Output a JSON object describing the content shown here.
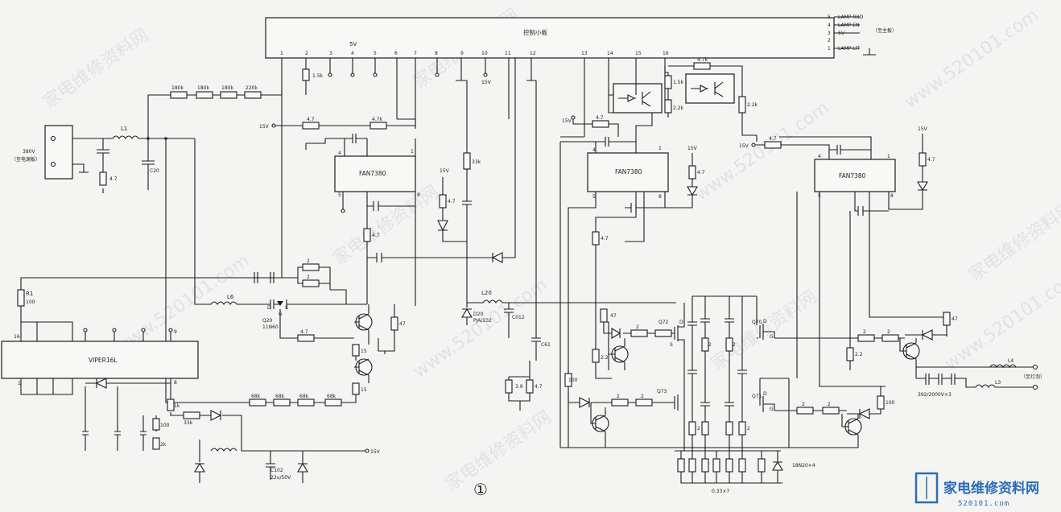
{
  "diagram": {
    "figure_number": "①",
    "control_board": {
      "title": "控制小板",
      "pins": [
        "1",
        "2",
        "3",
        "4",
        "5",
        "6",
        "7",
        "8",
        "9",
        "10",
        "11",
        "12",
        "13",
        "14",
        "15",
        "16"
      ],
      "label_5v": "5V",
      "right_pins": [
        "5",
        "4",
        "3",
        "2",
        "1"
      ],
      "right_labels": [
        "LAMP RXD",
        "LAMP EN",
        "5V",
        "",
        "LAMP LIT"
      ],
      "to_main": "（至主板）"
    },
    "source": {
      "label1": "380V",
      "label2": "（至电源板）"
    },
    "ics": {
      "fan_1": "FAN7380",
      "fan_2": "FAN7380",
      "fan_3": "FAN7380",
      "viper": "VIPER16L"
    },
    "viper_pins": {
      "p16": "16",
      "p9": "9",
      "p1": "1",
      "p8": "8"
    },
    "fan_pins": {
      "p4": "4",
      "p1": "1",
      "p5": "5",
      "p8": "8"
    },
    "components": {
      "r180k_a": "180k",
      "r180k_b": "180k",
      "r180k_c": "180k",
      "r220k": "220k",
      "r1_5k": "1.5k",
      "l1": "L1",
      "c20": "C20",
      "r4_7_src": "4.7",
      "v15_a": "15V",
      "v15_b": "15V",
      "v15_c": "15V",
      "v15_d": "15V",
      "v15_e": "15V",
      "v15_f": "15V",
      "v15_g": "15V",
      "r4_7_a": "4.7",
      "r4_7k_a": "4.7k",
      "r33k": "33k",
      "r4_7_b": "4.7",
      "r4_7_c": "4.7",
      "r4_7_d": "4.7",
      "r4_7_e": "4.7",
      "r4_7_f": "4.7",
      "r4_7_g": "4.7",
      "r4_7_h": "4.7",
      "r1_5k_b": "1.5k",
      "r2_2k_a": "2.2k",
      "r2_2k_b": "2.2k",
      "r4_7k_b": "4.7k",
      "r1": "R1",
      "r100_a": "100",
      "l6": "L6",
      "r2_a": "2",
      "r2_b": "2",
      "q20": "Q20",
      "q20_part": "11N60",
      "q20_d": "D",
      "q20_g": "G",
      "q20_s": "S",
      "r4_7_q20": "4.7",
      "r15_a": "15",
      "r15_b": "15",
      "r47_a": "47",
      "r68k_a": "68k",
      "r68k_b": "68k",
      "r68k_c": "68k",
      "r68k_d": "68k",
      "l20": "L20",
      "d20": "D20",
      "d20_part": "PJA/232",
      "c012": "C012",
      "c61": "C61",
      "r3_9": "3.9",
      "r4_7_i": "4.7",
      "r100_b": "100",
      "r47_b": "47",
      "r2_2_a": "2.2",
      "q72": "Q72",
      "r2_c": "2",
      "q73": "Q73",
      "r2_d": "2",
      "r2_e": "2",
      "q70": "Q70",
      "r2_f": "2",
      "r2_g": "2",
      "r47_c": "47",
      "r2_2_b": "2.2",
      "q71": "Q71",
      "r2_h": "2",
      "r2_i": "2",
      "r100_c": "100",
      "l4": "L4",
      "l3": "L3",
      "to_lamp": "（至灯泡）",
      "cap_series": "392/2000V×3",
      "r_bank": "0.33×7",
      "diode_note": "18N20×4",
      "r1k": "1k",
      "r100_d": "100",
      "r2k": "2k",
      "r33k_b": "33k",
      "c102": "C102",
      "c102_val": "22u/50V",
      "r2_k": "2",
      "r2_l": "2",
      "r2_m": "2",
      "r2_n": "2",
      "gate_d": "D",
      "gate_g": "G",
      "gate_s": "S"
    }
  },
  "watermarks": [
    "家电维修资料网",
    "www.520101.com"
  ],
  "logo": {
    "text": "家电维修资料网",
    "url": "520101.com"
  }
}
